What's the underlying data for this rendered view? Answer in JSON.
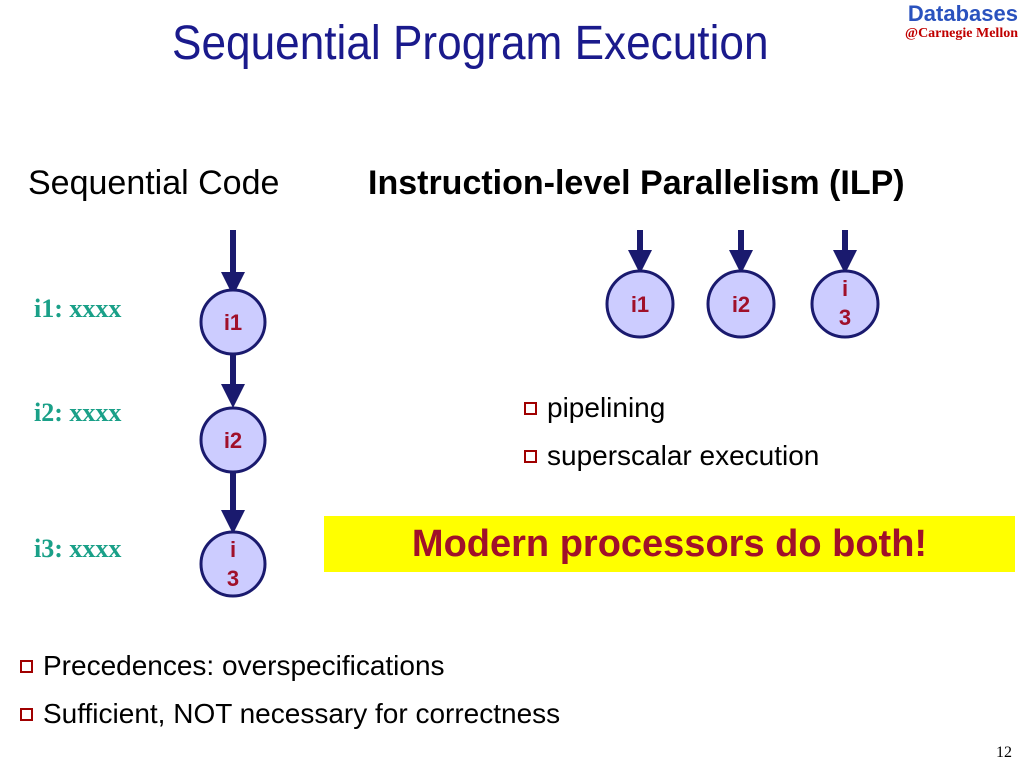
{
  "title": "Sequential Program Execution",
  "brand": {
    "name": "Databases",
    "institution": "@Carnegie Mellon"
  },
  "sequential": {
    "heading": "Sequential Code",
    "code": [
      "i1: xxxx",
      "i2: xxxx",
      "i3: xxxx"
    ],
    "nodes": [
      {
        "line1": "i1",
        "line2": ""
      },
      {
        "line1": "i2",
        "line2": ""
      },
      {
        "line1": "i",
        "line2": "3"
      }
    ]
  },
  "ilp": {
    "heading": "Instruction-level Parallelism (ILP)",
    "nodes": [
      {
        "line1": "i1",
        "line2": ""
      },
      {
        "line1": "i2",
        "line2": ""
      },
      {
        "line1": "i",
        "line2": "3"
      }
    ],
    "bullets": [
      "pipelining",
      "superscalar execution"
    ]
  },
  "callout": "Modern processors do both!",
  "bottom_bullets": [
    "Precedences: overspecifications",
    "Sufficient, NOT necessary for correctness"
  ],
  "page_number": "12",
  "colors": {
    "title": "#1a1a8c",
    "node_fill": "#ccccff",
    "node_stroke": "#1a1a6e",
    "node_text": "#a0102a",
    "code_text": "#1aa088",
    "callout_bg": "#ffff00",
    "callout_text": "#a0102a",
    "bullet": "#a00000"
  }
}
